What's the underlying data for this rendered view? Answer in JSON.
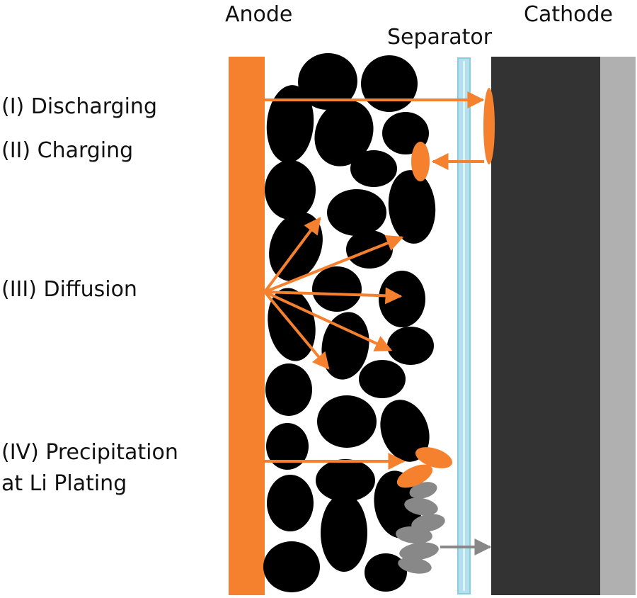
{
  "labels": {
    "anode": "Anode",
    "separator": "Separator",
    "cathode": "Cathode",
    "discharging": "(I) Discharging",
    "charging": "(II) Charging",
    "diffusion": "(III) Diffusion",
    "precipitation_line1": "(IV) Precipitation",
    "precipitation_line2": "at Li Plating"
  },
  "colors": {
    "lithium": "#f5812e",
    "particle": "#000000",
    "plating": "#888888",
    "separator_fill": "#b4e0ee",
    "separator_border": "#8ccbe0",
    "cathode": "#333333",
    "cathode_collector": "#b0b0b0"
  }
}
